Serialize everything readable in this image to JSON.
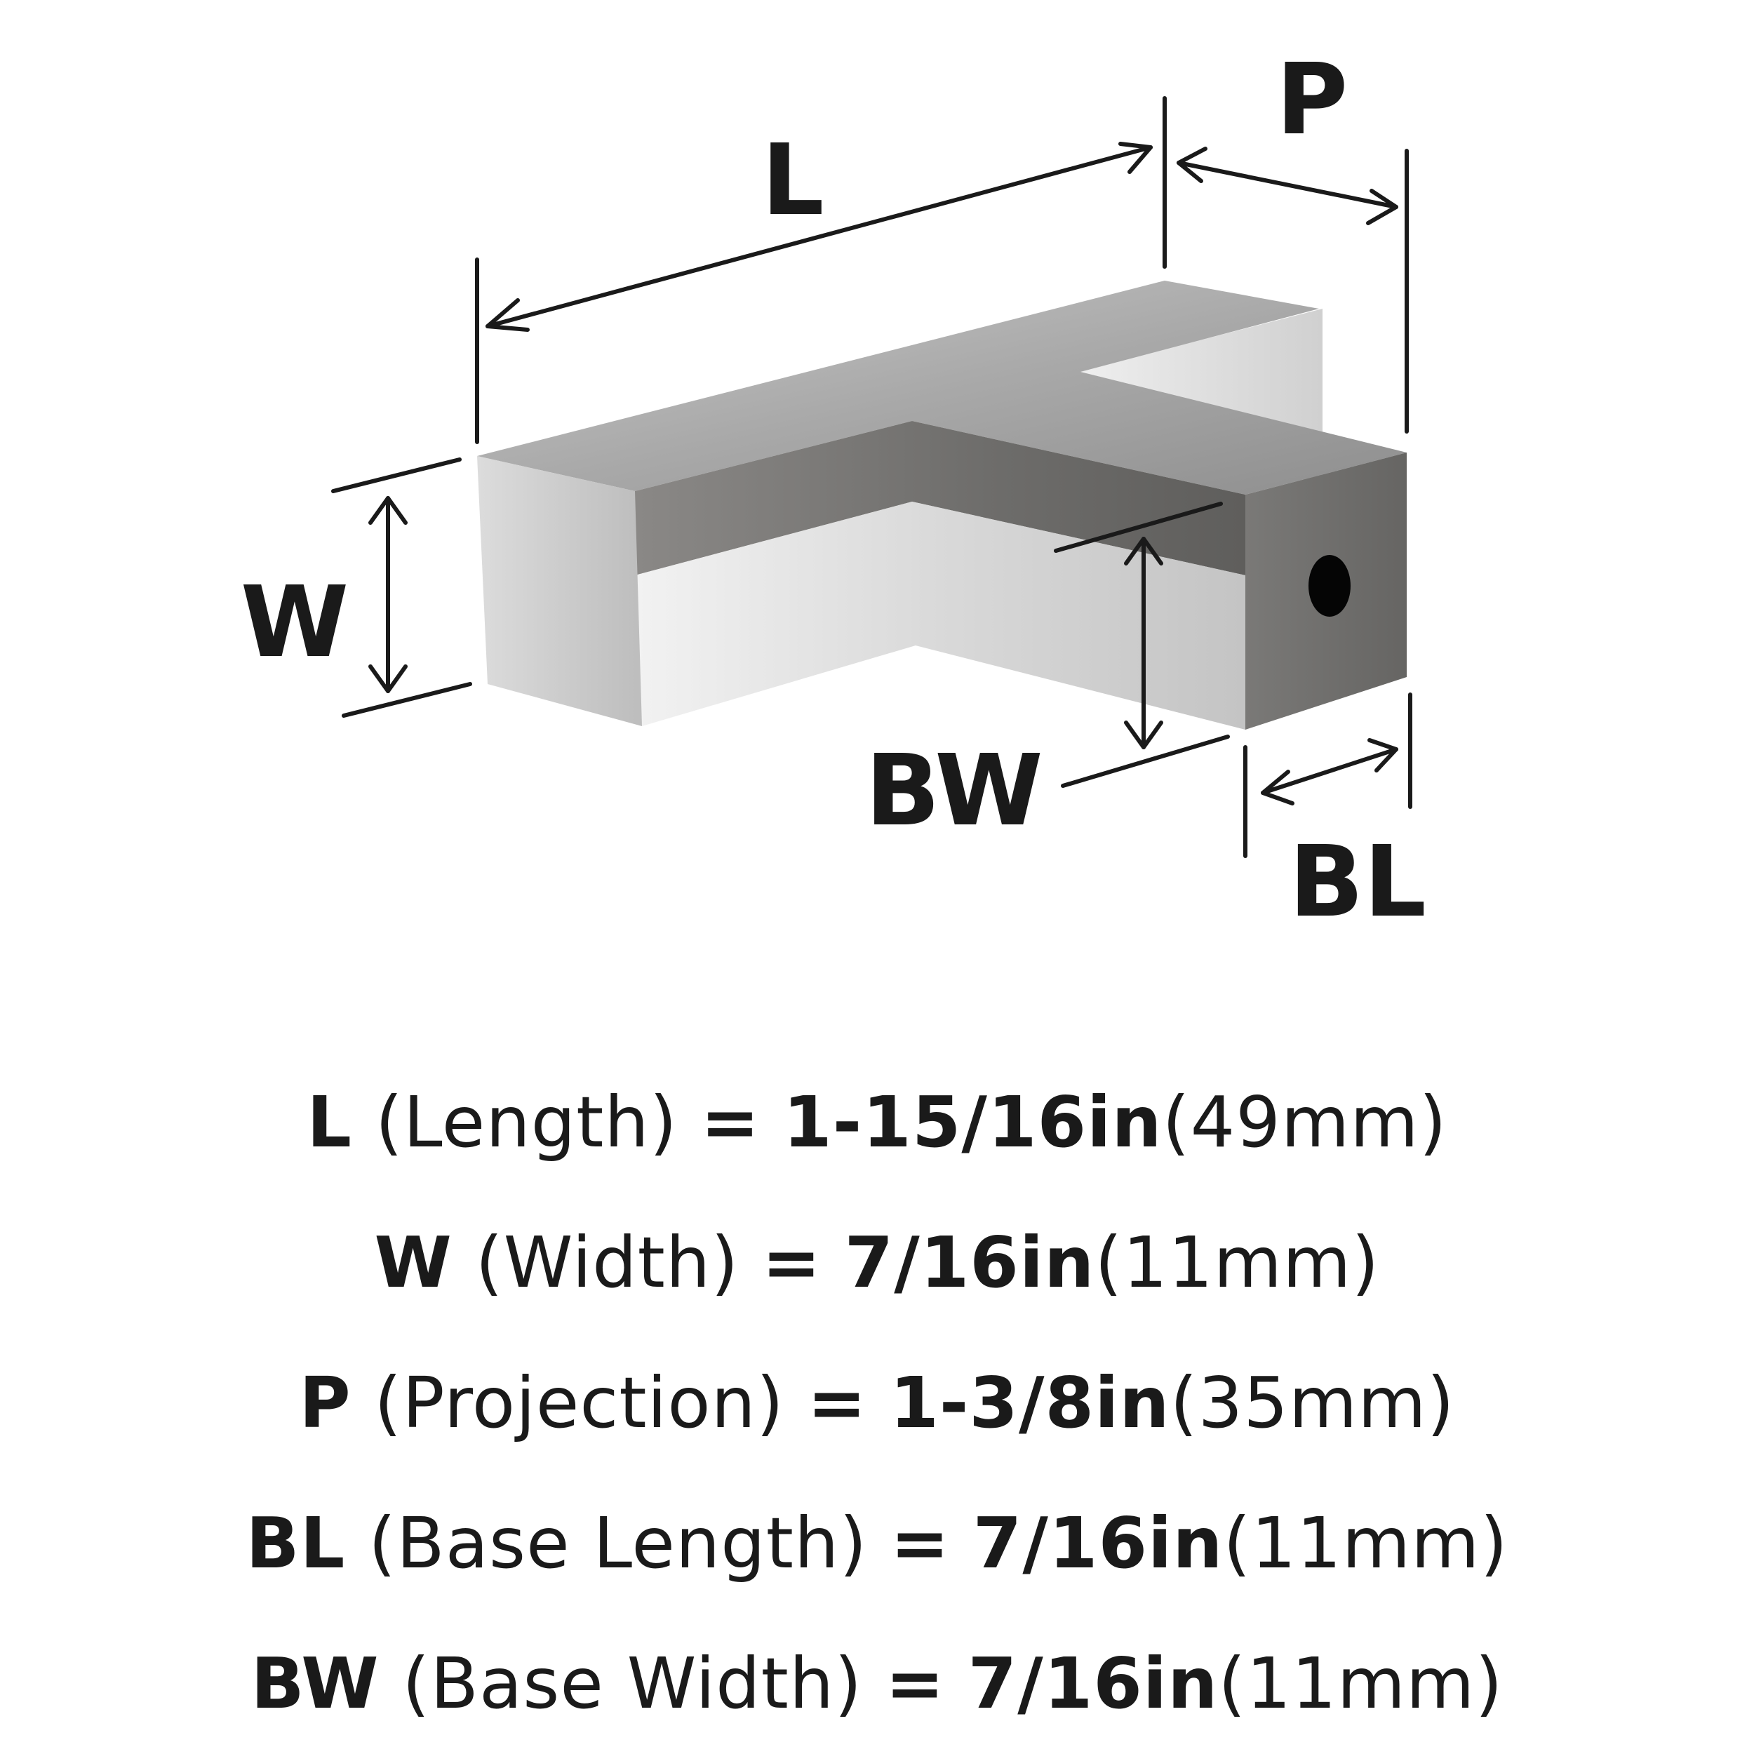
{
  "diagram": {
    "labels": {
      "L": "L",
      "P": "P",
      "W": "W",
      "BW": "BW",
      "BL": "BL"
    },
    "colors": {
      "ink": "#1a1a1a",
      "metal_light": "#e9e9e9",
      "metal_mid": "#b9b9b9",
      "metal_dark": "#6f6e6c",
      "hole": "#050505"
    }
  },
  "specs": [
    {
      "code": "L",
      "name": "(Length)",
      "eq": "=",
      "inches": "1-15/16in",
      "mm": "(49mm)"
    },
    {
      "code": "W",
      "name": "(Width)",
      "eq": "=",
      "inches": "7/16in",
      "mm": "(11mm)"
    },
    {
      "code": "P",
      "name": "(Projection)",
      "eq": "=",
      "inches": "1-3/8in",
      "mm": "(35mm)"
    },
    {
      "code": "BL",
      "name": "(Base Length)",
      "eq": "=",
      "inches": "7/16in",
      "mm": "(11mm)"
    },
    {
      "code": "BW",
      "name": "(Base Width)",
      "eq": "=",
      "inches": "7/16in",
      "mm": "(11mm)"
    }
  ]
}
